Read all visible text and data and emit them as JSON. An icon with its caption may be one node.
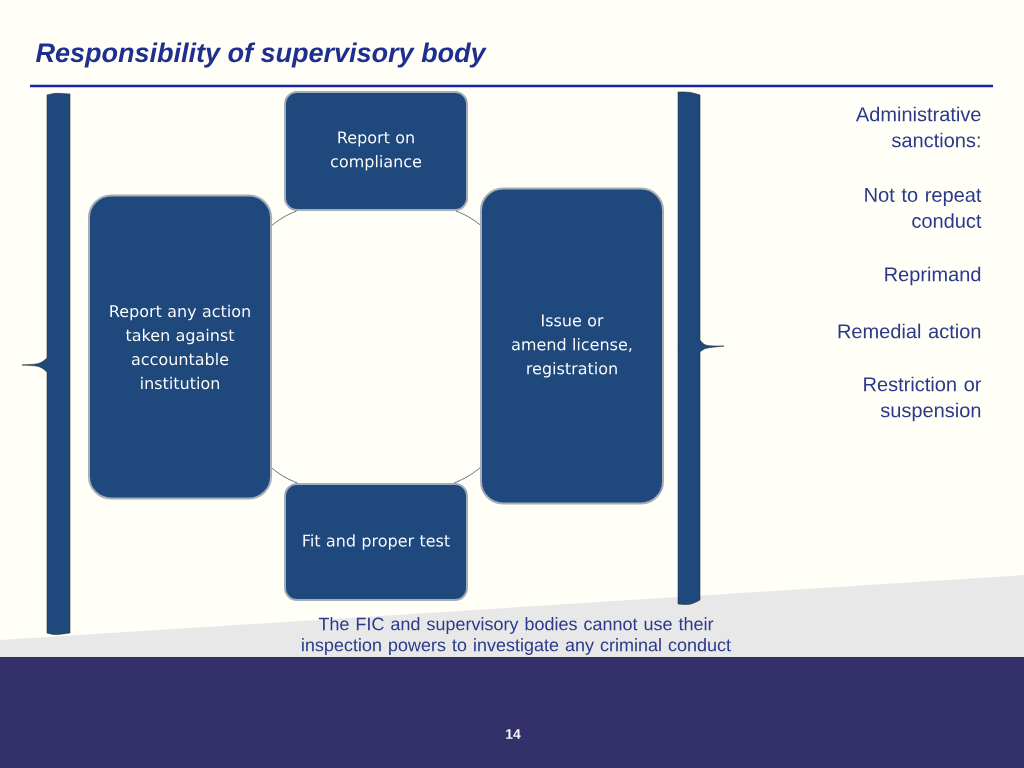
{
  "diagram": {
    "title": "Responsibility of supervisory body",
    "caption": "The FIC and supervisory bodies cannot use their inspection powers to investigate any criminal conduct",
    "nodes": [
      {
        "text": [
          "Report on compliance"
        ]
      },
      {
        "text": [
          "Issue or amend license, registration"
        ]
      },
      {
        "text": [
          "Fit and proper test"
        ]
      },
      {
        "text": [
          "Report any action taken against accountable institution"
        ]
      }
    ],
    "edges": [
      {
        "from": 0,
        "to": 1,
        "arrow": "none"
      },
      {
        "from": 1,
        "to": 2,
        "arrow": "none"
      },
      {
        "from": 2,
        "to": 3,
        "arrow": "none"
      },
      {
        "from": 3,
        "to": 0,
        "arrow": "none"
      }
    ],
    "labels": [
      "Administrative sanctions:",
      "Not to repeat conduct",
      "Reprimand",
      "Remedial action",
      "Restriction or suspension",
      "14"
    ]
  }
}
